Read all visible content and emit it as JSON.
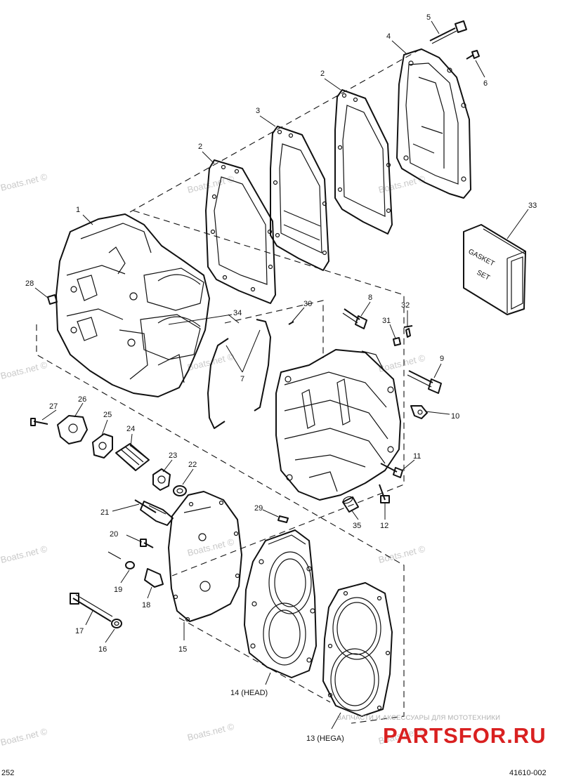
{
  "callouts": [
    {
      "id": "c1",
      "text": "1"
    },
    {
      "id": "c2a",
      "text": "2"
    },
    {
      "id": "c2b",
      "text": "2"
    },
    {
      "id": "c3",
      "text": "3"
    },
    {
      "id": "c4",
      "text": "4"
    },
    {
      "id": "c5",
      "text": "5"
    },
    {
      "id": "c6",
      "text": "6"
    },
    {
      "id": "c7",
      "text": "7"
    },
    {
      "id": "c8",
      "text": "8"
    },
    {
      "id": "c9",
      "text": "9"
    },
    {
      "id": "c10",
      "text": "10"
    },
    {
      "id": "c11",
      "text": "11"
    },
    {
      "id": "c12",
      "text": "12"
    },
    {
      "id": "c13",
      "text": "13 (HEGA)"
    },
    {
      "id": "c14",
      "text": "14 (HEAD)"
    },
    {
      "id": "c15",
      "text": "15"
    },
    {
      "id": "c16",
      "text": "16"
    },
    {
      "id": "c17",
      "text": "17"
    },
    {
      "id": "c18",
      "text": "18"
    },
    {
      "id": "c19",
      "text": "19"
    },
    {
      "id": "c20",
      "text": "20"
    },
    {
      "id": "c21",
      "text": "21"
    },
    {
      "id": "c22",
      "text": "22"
    },
    {
      "id": "c23",
      "text": "23"
    },
    {
      "id": "c24",
      "text": "24"
    },
    {
      "id": "c25",
      "text": "25"
    },
    {
      "id": "c26",
      "text": "26"
    },
    {
      "id": "c27",
      "text": "27"
    },
    {
      "id": "c28",
      "text": "28"
    },
    {
      "id": "c29",
      "text": "29"
    },
    {
      "id": "c30",
      "text": "30"
    },
    {
      "id": "c31",
      "text": "31"
    },
    {
      "id": "c32",
      "text": "32"
    },
    {
      "id": "c33",
      "text": "33"
    },
    {
      "id": "c34",
      "text": "34"
    },
    {
      "id": "c35",
      "text": "35"
    }
  ],
  "gasket_set": {
    "line1": "GASKET",
    "line2": "SET"
  },
  "watermark": "Boats.net ©",
  "footer": {
    "left": "252",
    "right": "41610-002"
  },
  "branding": {
    "tagline": "ЗАПЧАСТИ И АКСЕССУАРЫ ДЛЯ МОТОТЕХНИКИ",
    "name": "PARTSFOR.RU"
  },
  "colors": {
    "ink": "#111111",
    "watermark": "#c9c9c9",
    "brand_red": "#d92020"
  }
}
